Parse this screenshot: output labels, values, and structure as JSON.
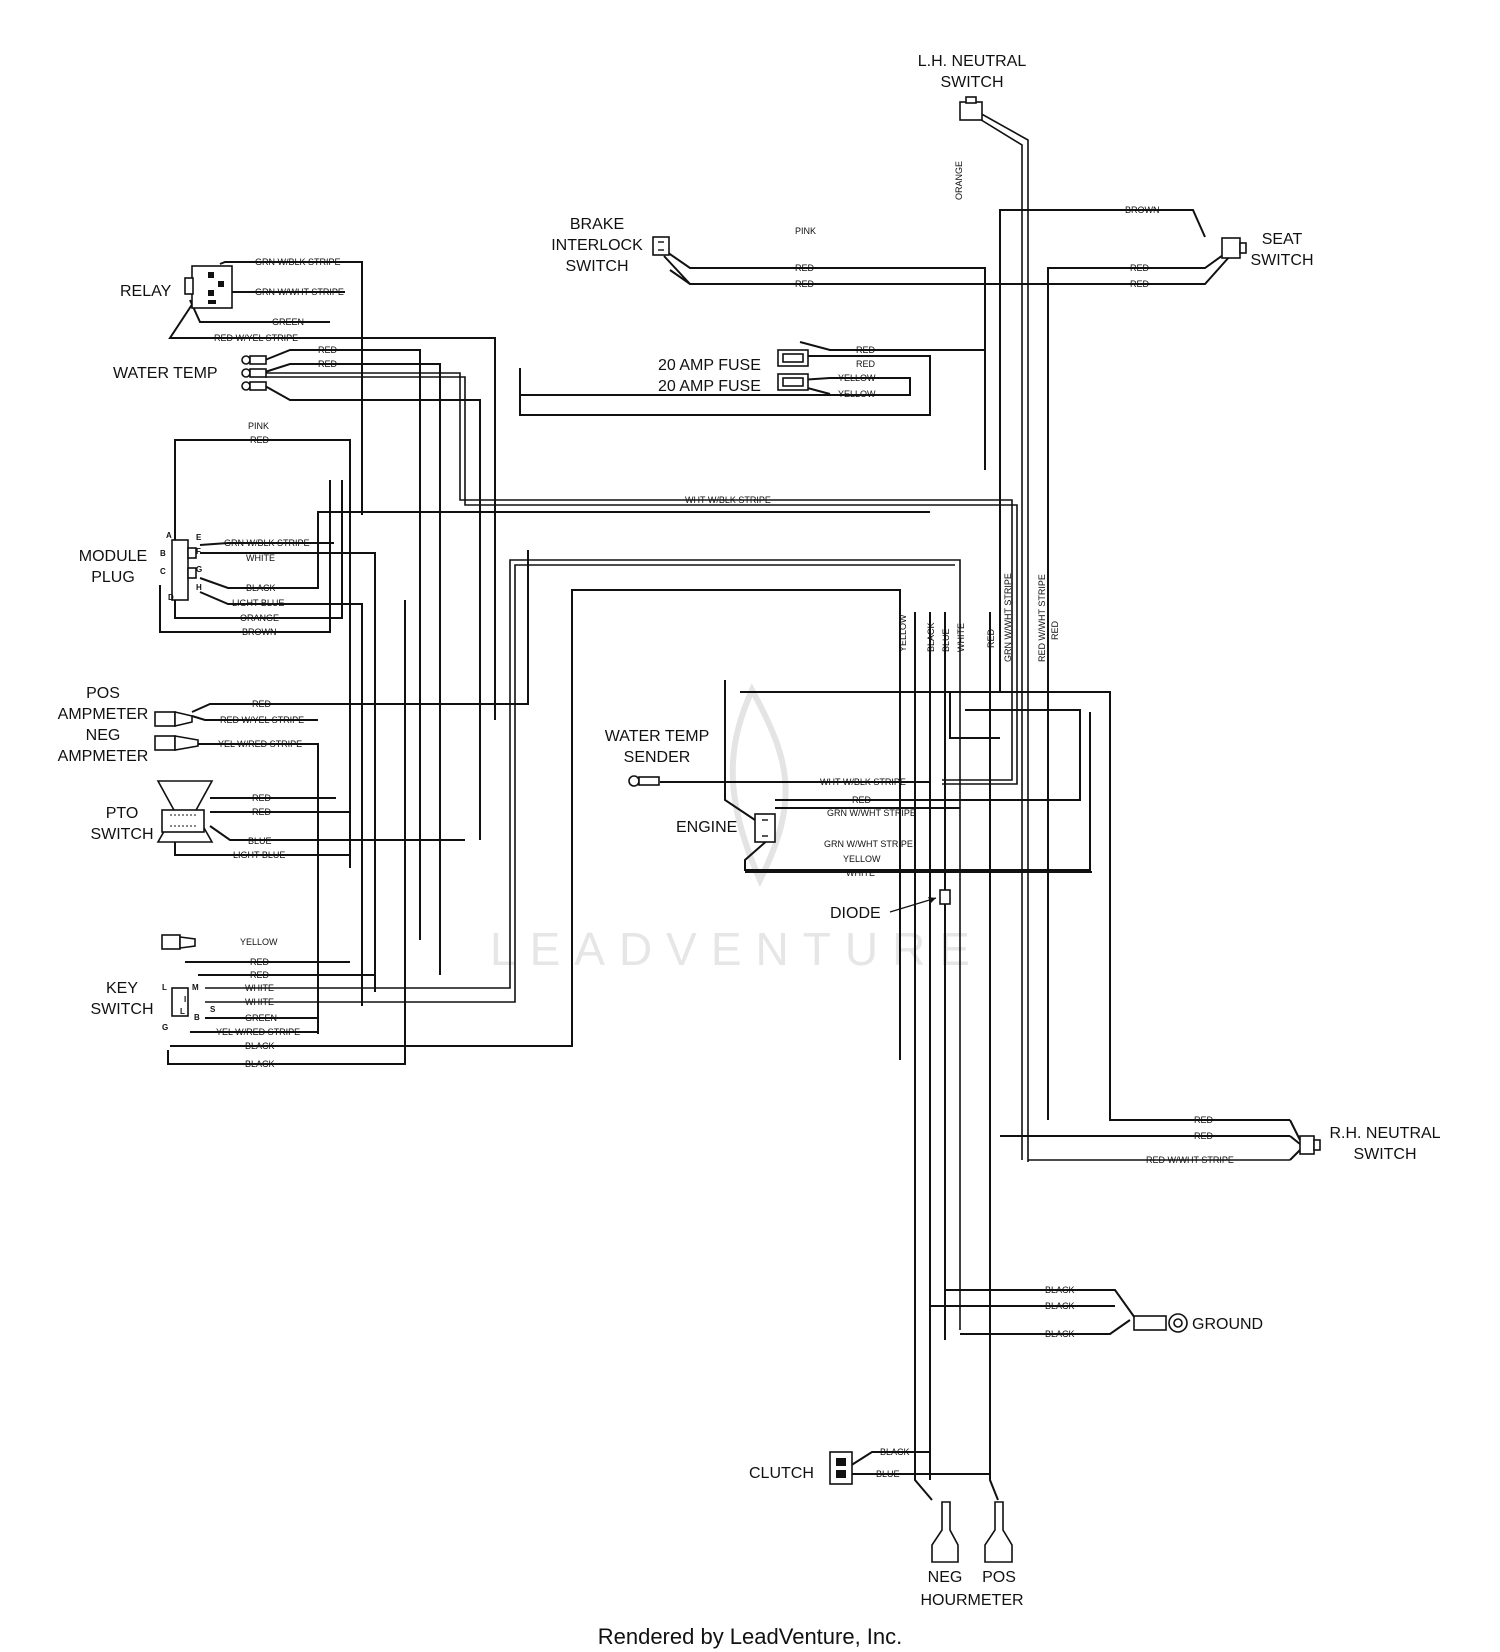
{
  "components": {
    "lh_neutral_switch": [
      "L.H. NEUTRAL",
      "SWITCH"
    ],
    "seat_switch": [
      "SEAT",
      "SWITCH"
    ],
    "brake_interlock_switch": [
      "BRAKE",
      "INTERLOCK",
      "SWITCH"
    ],
    "relay": "RELAY",
    "water_temp": "WATER TEMP",
    "fuse_1": "20 AMP FUSE",
    "fuse_2": "20 AMP FUSE",
    "module_plug": [
      "MODULE",
      "PLUG"
    ],
    "pos_ampmeter": [
      "POS",
      "AMPMETER"
    ],
    "neg_ampmeter": [
      "NEG",
      "AMPMETER"
    ],
    "pto_switch": [
      "PTO",
      "SWITCH"
    ],
    "key_switch": [
      "KEY",
      "SWITCH"
    ],
    "water_temp_sender": [
      "WATER TEMP",
      "SENDER"
    ],
    "engine": "ENGINE",
    "diode": "DIODE",
    "rh_neutral_switch": [
      "R.H. NEUTRAL",
      "SWITCH"
    ],
    "ground": "GROUND",
    "clutch": "CLUTCH",
    "hourmeter": {
      "neg": "NEG",
      "pos": "POS",
      "label": "HOURMETER"
    }
  },
  "pins": {
    "module_plug": [
      "A",
      "B",
      "C",
      "D",
      "E",
      "F",
      "G",
      "H"
    ],
    "key_switch": [
      "L",
      "M",
      "I",
      "S",
      "B",
      "G",
      "L"
    ]
  },
  "wire_labels": {
    "relay": [
      "GRN W/BLK STRIPE",
      "GRN W/WHT STRIPE",
      "GREEN",
      "RED W/YEL STRIPE"
    ],
    "water_temp": [
      "RED",
      "RED"
    ],
    "module_top": [
      "PINK",
      "RED"
    ],
    "module": [
      "GRN W/BLK STRIPE",
      "WHITE",
      "BLACK",
      "LIGHT BLUE",
      "ORANGE",
      "BROWN"
    ],
    "ampmeter": [
      "RED",
      "RED W/YEL STRIPE",
      "YEL W/RED STRIPE"
    ],
    "pto": [
      "RED",
      "RED",
      "BLUE",
      "LIGHT BLUE"
    ],
    "key": [
      "YELLOW",
      "RED",
      "RED",
      "WHITE",
      "WHITE",
      "GREEN",
      "YEL W/RED STRIPE",
      "BLACK",
      "BLACK"
    ],
    "brake": [
      "PINK",
      "RED",
      "RED"
    ],
    "fuse": [
      "RED",
      "RED",
      "YELLOW",
      "YELLOW"
    ],
    "seat": [
      "BROWN",
      "RED",
      "RED"
    ],
    "lh_orange": "ORANGE",
    "wht_blk_stripe": "WHT W/BLK STRIPE",
    "vertical_bundle": [
      "YELLOW",
      "BLACK",
      "BLUE",
      "WHITE",
      "RED",
      "GRN W/WHT STRIPE",
      "RED W/WHT STRIPE",
      "RED"
    ],
    "engine": [
      "WHT W/BLK STRIPE",
      "RED",
      "GRN W/WHT STRIPE",
      "GRN W/WHT STRIPE",
      "YELLOW",
      "WHITE"
    ],
    "rh_neutral": [
      "RED",
      "RED",
      "RED W/WHT STRIPE"
    ],
    "ground": [
      "BLACK",
      "BLACK",
      "BLACK"
    ],
    "clutch": [
      "BLACK",
      "BLUE"
    ]
  },
  "watermark": "LEADVENTURE",
  "footer": "Rendered by LeadVenture, Inc."
}
